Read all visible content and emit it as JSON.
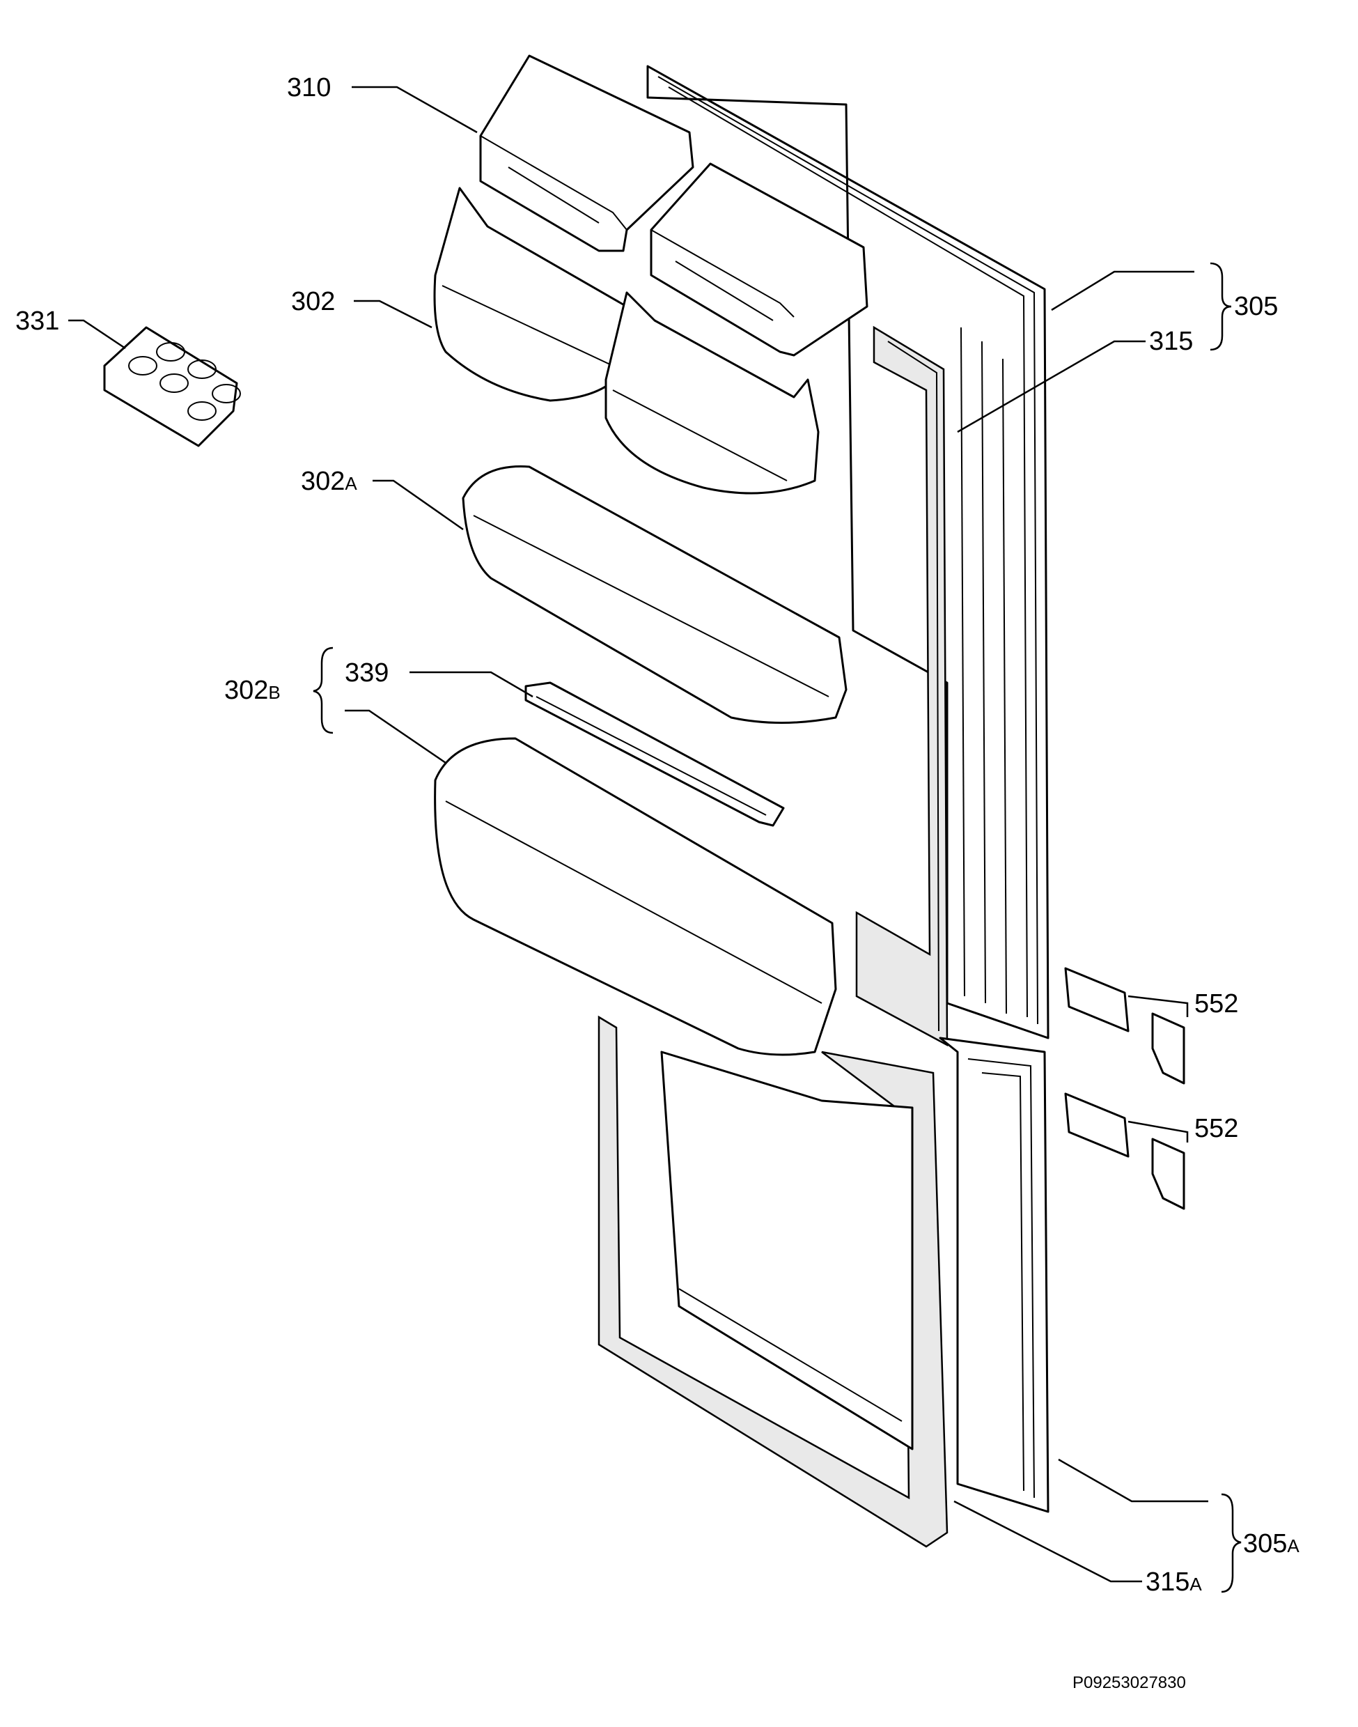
{
  "labels": {
    "l310": "310",
    "l302": "302",
    "l331": "331",
    "l305": "305",
    "l315": "315",
    "l302A_main": "302",
    "l302A_suffix": "A",
    "l302B_main": "302",
    "l302B_suffix": "B",
    "l339": "339",
    "l552a": "552",
    "l552b": "552",
    "l305A_main": "305",
    "l305A_suffix": "A",
    "l315A_main": "315",
    "l315A_suffix": "A"
  },
  "footer": {
    "code": "P09253027830"
  }
}
